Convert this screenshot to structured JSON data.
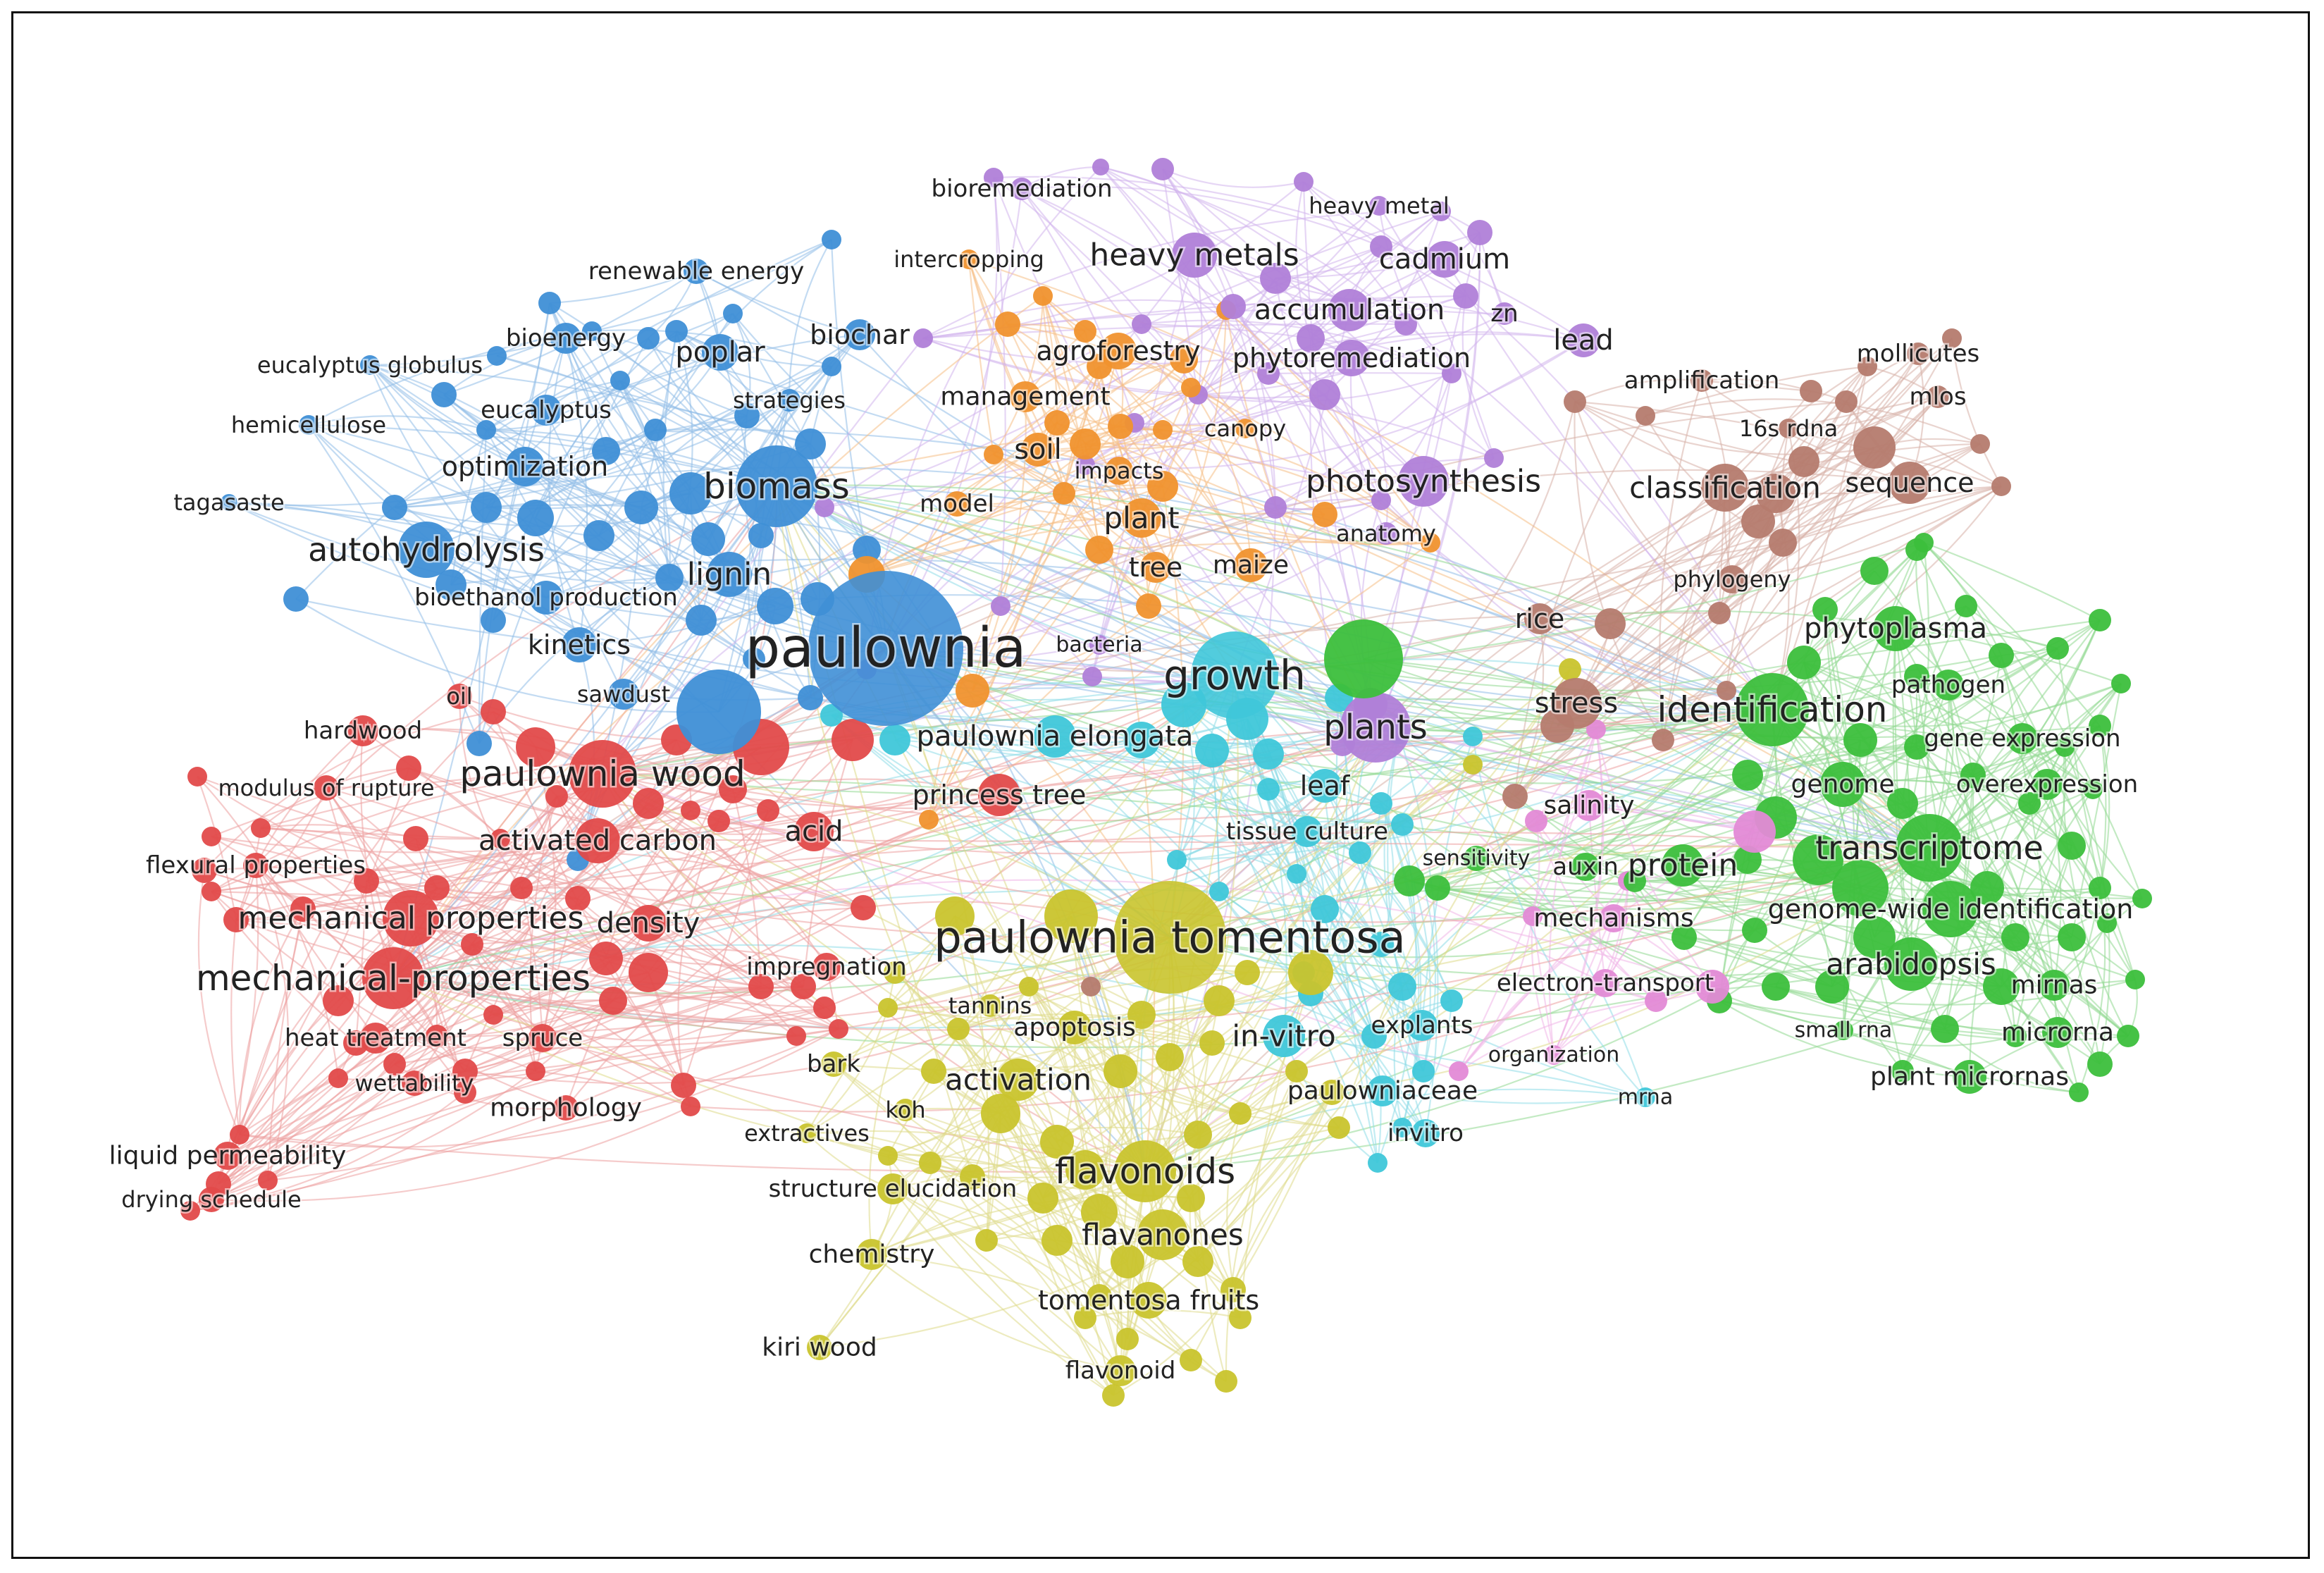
{
  "colors": {
    "red": "#e24a4a",
    "blue": "#3f8fd6",
    "green": "#3cbf3c",
    "yellow": "#c9c42d",
    "purple": "#b07fd8",
    "orange": "#f0922e",
    "cyan": "#3fc7d9",
    "brown": "#b57b6e",
    "pink": "#e38ad6"
  },
  "labels": {
    "paulownia": "paulownia",
    "paulownia_tomentosa": "paulownia tomentosa",
    "growth": "growth",
    "plants": "plants",
    "biomass": "biomass",
    "autohydrolysis": "autohydrolysis",
    "lignin": "lignin",
    "kinetics": "kinetics",
    "sawdust": "sawdust",
    "bioethanol_production": "bioethanol production",
    "optimization": "optimization",
    "eucalyptus": "eucalyptus",
    "bioenergy": "bioenergy",
    "poplar": "poplar",
    "biochar": "biochar",
    "strategies": "strategies",
    "renewable_energy": "renewable energy",
    "eucalyptus_globulus": "eucalyptus globulus",
    "hemicellulose": "hemicellulose",
    "tagasaste": "tagasaste",
    "bioremediation": "bioremediation",
    "heavy_metal": "heavy metal",
    "heavy_metals": "heavy metals",
    "cadmium": "cadmium",
    "accumulation": "accumulation",
    "zn": "zn",
    "lead": "lead",
    "phytoremediation": "phytoremediation",
    "photosynthesis": "photosynthesis",
    "anatomy": "anatomy",
    "intercropping": "intercropping",
    "agroforestry": "agroforestry",
    "management": "management",
    "canopy": "canopy",
    "soil": "soil",
    "impacts": "impacts",
    "model": "model",
    "plant": "plant",
    "tree": "tree",
    "maize": "maize",
    "bacteria": "bacteria",
    "amplification": "amplification",
    "mollicutes": "mollicutes",
    "mlos": "mlos",
    "rdna_16s": "16s rdna",
    "classification": "classification",
    "sequence": "sequence",
    "phylogeny": "phylogeny",
    "rice": "rice",
    "stress": "stress",
    "salinity": "salinity",
    "identification": "identification",
    "phytoplasma": "phytoplasma",
    "pathogen": "pathogen",
    "gene_expression": "gene expression",
    "overexpression": "overexpression",
    "genome": "genome",
    "transcriptome": "transcriptome",
    "genome_wide": "genome-wide identification",
    "arabidopsis": "arabidopsis",
    "mirnas": "mirnas",
    "microrna": "microrna",
    "small_rna": "small rna",
    "plant_micrornas": "plant micrornas",
    "mrna": "mrna",
    "protein": "protein",
    "auxin": "auxin",
    "mechanisms": "mechanisms",
    "electron_transport": "electron-transport",
    "organization": "organization",
    "sensitivity": "sensitivity",
    "paulownia_elongata": "paulownia elongata",
    "leaf": "leaf",
    "tissue_culture": "tissue culture",
    "in_vitro": "in-vitro",
    "explants": "explants",
    "paulowniaceae": "paulowniaceae",
    "invitro": "invitro",
    "princess_tree": "princess tree",
    "hardwood": "hardwood",
    "oil": "oil",
    "modulus_of_rupture": "modulus of rupture",
    "paulownia_wood": "paulownia wood",
    "activated_carbon": "activated carbon",
    "acid": "acid",
    "flexural_properties": "flexural properties",
    "mechanical_properties": "mechanical properties",
    "density": "density",
    "mechanical_properties_h": "mechanical-properties",
    "heat_treatment": "heat treatment",
    "spruce": "spruce",
    "wettability": "wettability",
    "morphology": "morphology",
    "liquid_permeability": "liquid permeability",
    "drying_schedule": "drying schedule",
    "impregnation": "impregnation",
    "tannins": "tannins",
    "apoptosis": "apoptosis",
    "bark": "bark",
    "activation": "activation",
    "koh": "koh",
    "extractives": "extractives",
    "flavonoids": "flavonoids",
    "structure_elucidation": "structure elucidation",
    "flavanones": "flavanones",
    "chemistry": "chemistry",
    "tomentosa_fruits": "tomentosa fruits",
    "kiri_wood": "kiri wood",
    "flavonoid": "flavonoid"
  }
}
